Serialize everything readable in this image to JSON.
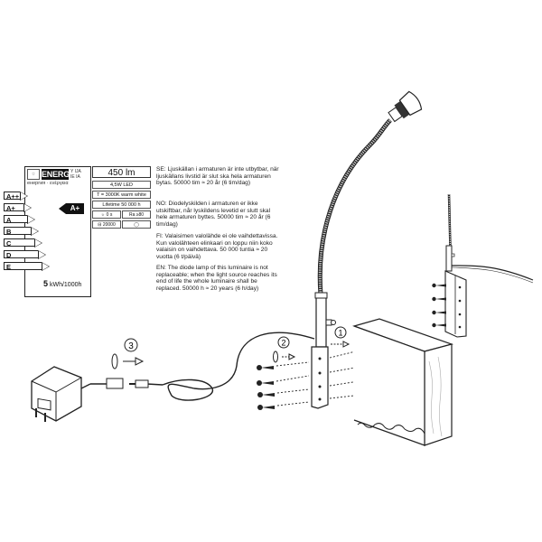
{
  "energy_label": {
    "eu_mark": "☆",
    "brand": "ENERG",
    "brand_suffix": "Y IJA\nIE IA",
    "subtitle": "енергия · ενέργεια",
    "classes": [
      "A++",
      "A+",
      "A",
      "B",
      "C",
      "D",
      "E"
    ],
    "selected_class": "A+",
    "consumption_value": "5",
    "consumption_unit": "kWh/1000h"
  },
  "specs": {
    "lumen": "450 lm",
    "power": "4,5W LED",
    "color_temp": "T = 3000K warm white",
    "lifetime_label": "Lifetime",
    "lifetime_value": "50 000 h",
    "warmup": "0 s",
    "cri": "Ra ≥80",
    "switch_cycles": "20000",
    "dimming": "◯"
  },
  "texts": {
    "se": "SE: Ljuskällan i armaturen är inte utbytbar, när ljuskällans livstid är slut ska hela armaturen bytas. 50000 tim ≈ 20 år (6 tim/dag)",
    "no": "NO: Diodelyskilden i armaturen er ikke utskiftbar, når lyskildens levetid er slutt skal hele armaturen byttes. 50000 tim ≈ 20 år (6 tim/dag)",
    "fi": "FI: Valaisimen valolähde ei ole vaihdettavissa. Kun valolähteen elinkaari on loppu niin koko valaisin on vaihdettava. 50 000 tuntia ≈ 20 vuotta (6 t/päivä)",
    "en": "EN: The diode lamp of this luminaire is not replaceable; when the light source reaches its end of life the whole luminaire shall be replaced. 50000 h ≈ 20 years (6 h/day)"
  },
  "steps": [
    "1",
    "2",
    "3"
  ]
}
